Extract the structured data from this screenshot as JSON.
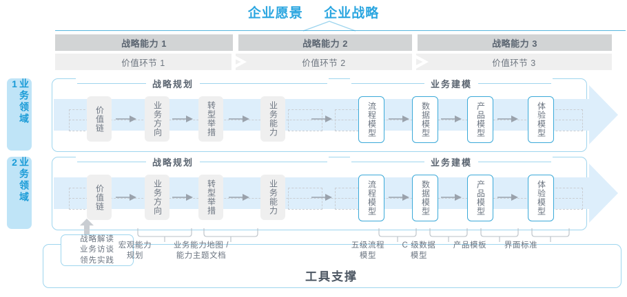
{
  "header": {
    "vision": "企业愿景",
    "strategy": "企业战略",
    "capabilities": [
      {
        "label": "战略能力 1"
      },
      {
        "label": "战略能力 2"
      },
      {
        "label": "战略能力 3"
      }
    ],
    "value_links": [
      {
        "label": "价值环节 1"
      },
      {
        "label": "价值环节 2"
      },
      {
        "label": "价值环节 3"
      }
    ]
  },
  "domains": [
    {
      "label": "业务领域 1"
    },
    {
      "label": "业务领域 2"
    }
  ],
  "sections": [
    {
      "label": "战略规划"
    },
    {
      "label": "业务建模"
    }
  ],
  "nodes": [
    {
      "label": "价值链",
      "style": "gray"
    },
    {
      "label": "业务方向",
      "style": "gray"
    },
    {
      "label": "转型举措",
      "style": "gray"
    },
    {
      "label": "业务能力",
      "style": "gray"
    },
    {
      "label": "流程模型",
      "style": "blue"
    },
    {
      "label": "数据模型",
      "style": "blue"
    },
    {
      "label": "产品模型",
      "style": "blue"
    },
    {
      "label": "体验模型",
      "style": "blue"
    }
  ],
  "toolkit": {
    "box_lines": [
      "战略解读",
      "业务访谈",
      "领先实践"
    ],
    "captions": [
      {
        "lines": [
          "宏观能力",
          "规划"
        ]
      },
      {
        "lines": [
          "业务能力地图 /",
          "能力主题文档"
        ]
      },
      {
        "lines": [
          "五级流程",
          "模型"
        ]
      },
      {
        "lines": [
          "C 级数据",
          "模型"
        ]
      },
      {
        "lines": [
          "产品模板"
        ]
      },
      {
        "lines": [
          "界面标准"
        ]
      }
    ],
    "footer": "工具支撑"
  },
  "colors": {
    "accent": "#2ba6e0",
    "band": "#ddeefb",
    "gray_bar": "#d2d4d5",
    "light_bar": "#efefef",
    "domain_bg": "#bfe4f7"
  }
}
